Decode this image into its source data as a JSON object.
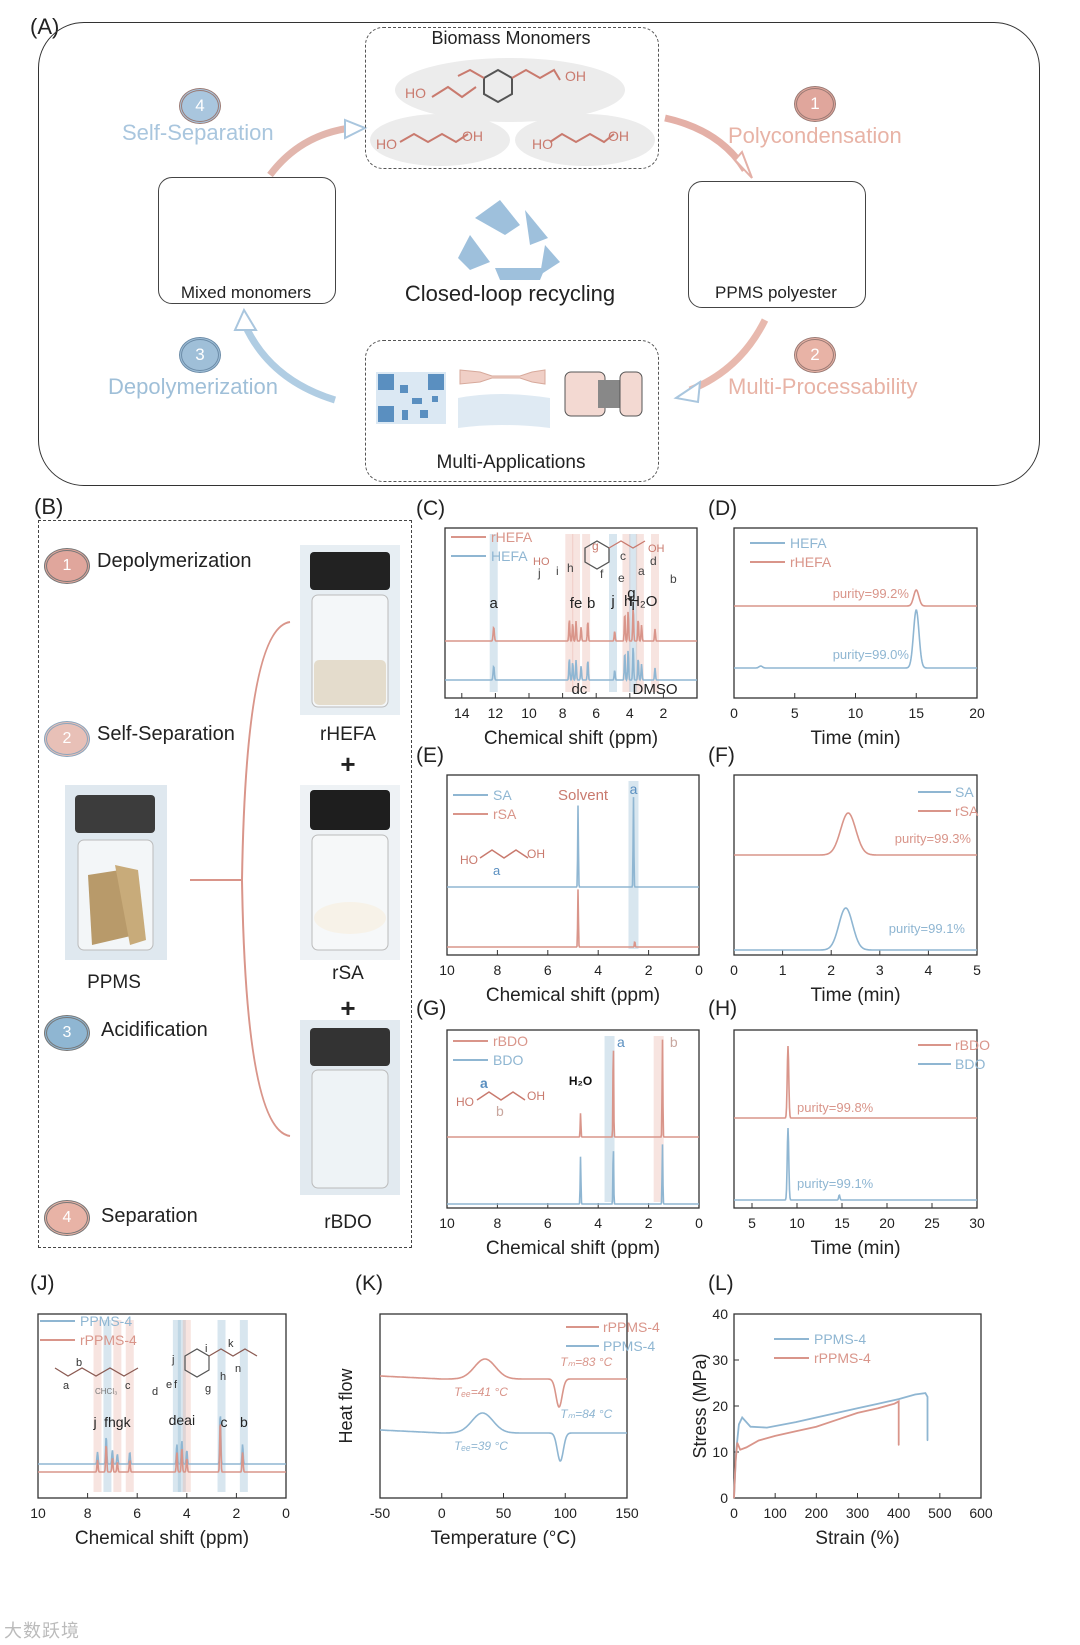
{
  "panel_a": {
    "label": "(A)",
    "top_box": "Biomass Monomers",
    "right_box": "PPMS polyester",
    "left_box": "Mixed monomers",
    "bottom_box": "Multi-Applications",
    "center": "Closed-loop recycling",
    "steps": [
      {
        "num": "1",
        "text": "Polycondensation",
        "color": "#e0a69c"
      },
      {
        "num": "2",
        "text": "Multi-Processability",
        "color": "#e8b3a6"
      },
      {
        "num": "3",
        "text": "Depolymerization",
        "color": "#9fbfd8"
      },
      {
        "num": "4",
        "text": "Self-Separation",
        "color": "#a9c6de"
      }
    ],
    "chem": {
      "ho1": "HO",
      "oh1": "OH",
      "ho2": "HO",
      "oh2": "OH",
      "ho3": "HO",
      "oh3": "OH"
    }
  },
  "panel_b": {
    "label": "(B)",
    "steps": [
      {
        "num": "1",
        "text": "Depolymerization"
      },
      {
        "num": "2",
        "text": "Self-Separation"
      },
      {
        "num": "3",
        "text": "Acidification"
      },
      {
        "num": "4",
        "text": "Separation"
      }
    ],
    "ppms": "PPMS",
    "vials": [
      "rHEFA",
      "rSA",
      "rBDO"
    ],
    "plus": "+"
  },
  "chart_data": [
    {
      "id": "C",
      "type": "line",
      "label": "(C)",
      "xlabel": "Chemical shift (ppm)",
      "xlim": [
        15,
        0
      ],
      "xticks": [
        14,
        12,
        10,
        8,
        6,
        4,
        2
      ],
      "series": [
        {
          "name": "rHEFA",
          "color": "#d9958a"
        },
        {
          "name": "HEFA",
          "color": "#8fb6d2"
        }
      ],
      "peak_labels": [
        "a",
        "fe",
        "b",
        "j",
        "h",
        "H₂O",
        "g",
        "i",
        "dc",
        "DMSO",
        "d",
        "c",
        "b",
        "a",
        "g",
        "f",
        "e",
        "j",
        "i",
        "h"
      ],
      "molecule_text": [
        "HO",
        "OH"
      ]
    },
    {
      "id": "D",
      "type": "line",
      "label": "(D)",
      "xlabel": "Time (min)",
      "xlim": [
        0,
        20
      ],
      "xticks": [
        0,
        5,
        10,
        15,
        20
      ],
      "series": [
        {
          "name": "HEFA",
          "color": "#8fb6d2",
          "purity": "purity=99.0%"
        },
        {
          "name": "rHEFA",
          "color": "#d9958a",
          "purity": "purity=99.2%"
        }
      ]
    },
    {
      "id": "E",
      "type": "line",
      "label": "(E)",
      "xlabel": "Chemical shift (ppm)",
      "xlim": [
        10,
        0
      ],
      "xticks": [
        10,
        8,
        6,
        4,
        2,
        0
      ],
      "series": [
        {
          "name": "SA",
          "color": "#8fb6d2"
        },
        {
          "name": "rSA",
          "color": "#d9958a"
        }
      ],
      "annotations": [
        "Solvent",
        "a",
        "a"
      ],
      "molecule_text": [
        "HO",
        "OH"
      ]
    },
    {
      "id": "F",
      "type": "line",
      "label": "(F)",
      "xlabel": "Time (min)",
      "xlim": [
        0,
        5
      ],
      "xticks": [
        0,
        1,
        2,
        3,
        4,
        5
      ],
      "series": [
        {
          "name": "SA",
          "color": "#8fb6d2",
          "purity": "purity=99.1%"
        },
        {
          "name": "rSA",
          "color": "#d9958a",
          "purity": "purity=99.3%"
        }
      ]
    },
    {
      "id": "G",
      "type": "line",
      "label": "(G)",
      "xlabel": "Chemical shift (ppm)",
      "xlim": [
        10,
        0
      ],
      "xticks": [
        10,
        8,
        6,
        4,
        2,
        0
      ],
      "series": [
        {
          "name": "rBDO",
          "color": "#d9958a"
        },
        {
          "name": "BDO",
          "color": "#8fb6d2"
        }
      ],
      "annotations": [
        "H₂O",
        "a",
        "b",
        "a",
        "b"
      ],
      "molecule_text": [
        "HO",
        "OH"
      ]
    },
    {
      "id": "H",
      "type": "line",
      "label": "(H)",
      "xlabel": "Time (min)",
      "xlim": [
        3,
        30
      ],
      "xticks": [
        5,
        10,
        15,
        20,
        25,
        30
      ],
      "series": [
        {
          "name": "rBDO",
          "color": "#d9958a",
          "purity": "purity=99.8%"
        },
        {
          "name": "BDO",
          "color": "#8fb6d2",
          "purity": "purity=99.1%"
        }
      ]
    },
    {
      "id": "J",
      "type": "line",
      "label": "(J)",
      "xlabel": "Chemical shift (ppm)",
      "xlim": [
        10,
        0
      ],
      "xticks": [
        10,
        8,
        6,
        4,
        2,
        0
      ],
      "series": [
        {
          "name": "PPMS-4",
          "color": "#8fb6d2"
        },
        {
          "name": "rPPMS-4",
          "color": "#d9958a"
        }
      ],
      "peak_labels": [
        "CHCl₃",
        "j",
        "fhgk",
        "deai",
        "c",
        "b",
        "a",
        "b",
        "c",
        "d",
        "e",
        "f",
        "g",
        "h",
        "i",
        "j",
        "k",
        "n"
      ]
    },
    {
      "id": "K",
      "type": "line",
      "label": "(K)",
      "xlabel": "Temperature (°C)",
      "ylabel": "Heat flow",
      "xlim": [
        -50,
        150
      ],
      "xticks": [
        -50,
        0,
        50,
        100,
        150
      ],
      "series": [
        {
          "name": "rPPMS-4",
          "color": "#d9958a",
          "tcc": "Tₑₑ=41 °C",
          "tm": "Tₘ=83 °C"
        },
        {
          "name": "PPMS-4",
          "color": "#8fb6d2",
          "tcc": "Tₑₑ=39 °C",
          "tm": "Tₘ=84 °C"
        }
      ]
    },
    {
      "id": "L",
      "type": "line",
      "label": "(L)",
      "xlabel": "Strain (%)",
      "ylabel": "Stress (MPa)",
      "xlim": [
        0,
        600
      ],
      "ylim": [
        0,
        40
      ],
      "xticks": [
        0,
        100,
        200,
        300,
        400,
        500,
        600
      ],
      "yticks": [
        0,
        10,
        20,
        30,
        40
      ],
      "series": [
        {
          "name": "PPMS-4",
          "color": "#8fb6d2",
          "x": [
            0,
            5,
            12,
            20,
            40,
            80,
            150,
            200,
            250,
            300,
            350,
            400,
            440,
            465,
            470,
            470
          ],
          "y": [
            0,
            10,
            16,
            17.5,
            15.5,
            15.3,
            16.5,
            17.5,
            18.5,
            19.5,
            20.5,
            21.5,
            22.5,
            22.8,
            22,
            12.5
          ]
        },
        {
          "name": "rPPMS-4",
          "color": "#d9958a",
          "x": [
            0,
            4,
            8,
            15,
            30,
            60,
            100,
            150,
            200,
            250,
            300,
            350,
            390,
            400,
            400
          ],
          "y": [
            0,
            8,
            12,
            10.5,
            11,
            12.5,
            13.5,
            14.5,
            15.5,
            17,
            18.5,
            19.5,
            20.5,
            21,
            11.5
          ]
        }
      ]
    }
  ],
  "watermark": "大数跃境"
}
